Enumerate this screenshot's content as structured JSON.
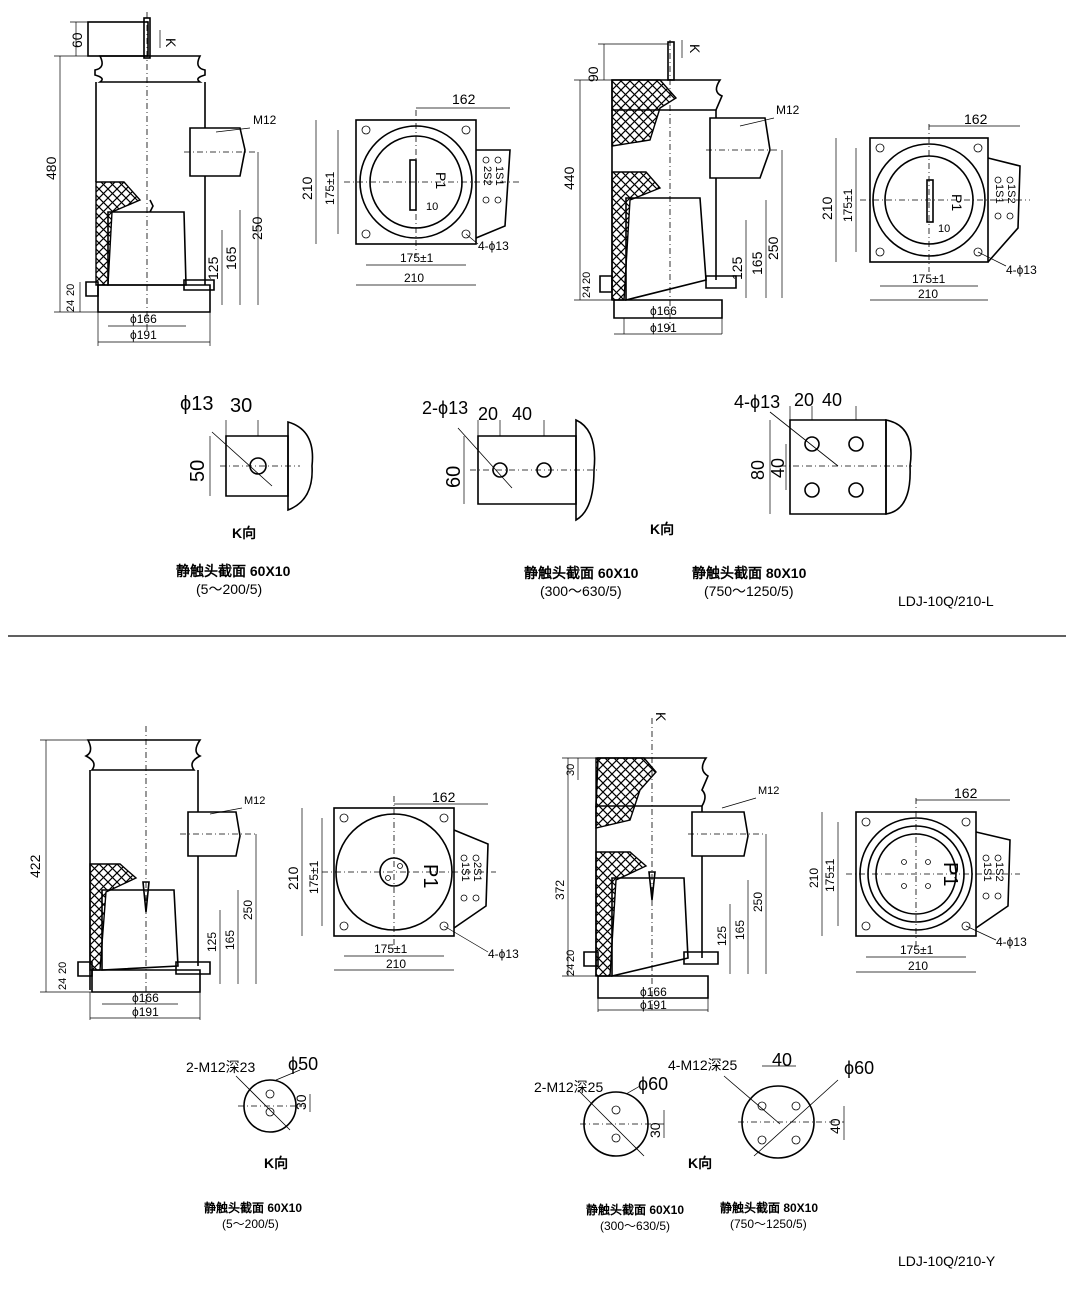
{
  "title_top": "LDJ-10Q/210-L",
  "title_bottom": "LDJ-10Q/210-Y",
  "k_label": "K",
  "k_view": "K向",
  "thread_m12": "M12",
  "holes_4": "4-ϕ13",
  "top": {
    "left_body": {
      "d60": "60",
      "d480": "480",
      "d250": "250",
      "d165": "165",
      "d125": "125",
      "d24": "24",
      "d20": "20",
      "phi166": "ϕ166",
      "phi191": "ϕ191"
    },
    "left_plan": {
      "d162": "162",
      "d210v": "210",
      "d175v": "175±1",
      "d175h": "175±1",
      "d210h": "210",
      "p1": "P1",
      "d10": "10"
    },
    "right_body": {
      "d90": "90",
      "d440": "440",
      "d250": "250",
      "d165": "165",
      "d125": "125",
      "d24": "24",
      "d20": "20",
      "phi166": "ϕ166",
      "phi191": "ϕ191"
    },
    "right_plan": {
      "d162": "162",
      "d210v": "210",
      "d175v": "175±1",
      "d175h": "175±1",
      "d210h": "210",
      "p1": "P1",
      "d10": "10"
    },
    "terminal_1": {
      "hole": "ϕ13",
      "d30": "30",
      "d50": "50",
      "spec": "静触头截面 60X10",
      "range": "(5～200/5)"
    },
    "terminal_2": {
      "hole": "2-ϕ13",
      "d20": "20",
      "d40": "40",
      "d60": "60",
      "spec": "静触头截面 60X10",
      "range": "(300～630/5)"
    },
    "terminal_3": {
      "hole": "4-ϕ13",
      "d20": "20",
      "d40": "40",
      "d40v": "40",
      "d80": "80",
      "spec": "静触头截面 80X10",
      "range": "(750～1250/5)"
    }
  },
  "bottom": {
    "left_body": {
      "d422": "422",
      "d250": "250",
      "d165": "165",
      "d125": "125",
      "d24": "24",
      "d20": "20",
      "phi166": "ϕ166",
      "phi191": "ϕ191"
    },
    "left_plan": {
      "d162": "162",
      "d210v": "210",
      "d175v": "175±1",
      "d175h": "175±1",
      "d210h": "210",
      "p1": "P1"
    },
    "right_body": {
      "d30": "30",
      "d372": "372",
      "d250": "250",
      "d165": "165",
      "d125": "125",
      "d24": "24",
      "d20": "20",
      "phi166": "ϕ166",
      "phi191": "ϕ191"
    },
    "right_plan": {
      "d162": "162",
      "d210v": "210",
      "d175v": "175±1",
      "d175h": "175±1",
      "d210h": "210",
      "p1": "P1"
    },
    "terminal_1": {
      "hole": "2-M12深23",
      "dia": "ϕ50",
      "d30": "30",
      "spec": "静触头截面 60X10",
      "range": "(5～200/5)"
    },
    "terminal_2": {
      "hole": "2-M12深25",
      "dia": "ϕ60",
      "d30": "30",
      "spec": "静触头截面 60X10",
      "range": "(300～630/5)"
    },
    "terminal_3": {
      "hole": "4-M12深25",
      "dia": "ϕ60",
      "d40": "40",
      "d40v": "40",
      "spec": "静触头截面 80X10",
      "range": "(750～1250/5)"
    }
  },
  "secondary_terminals": [
    "1S1",
    "1S2",
    "2S1",
    "2S2"
  ]
}
